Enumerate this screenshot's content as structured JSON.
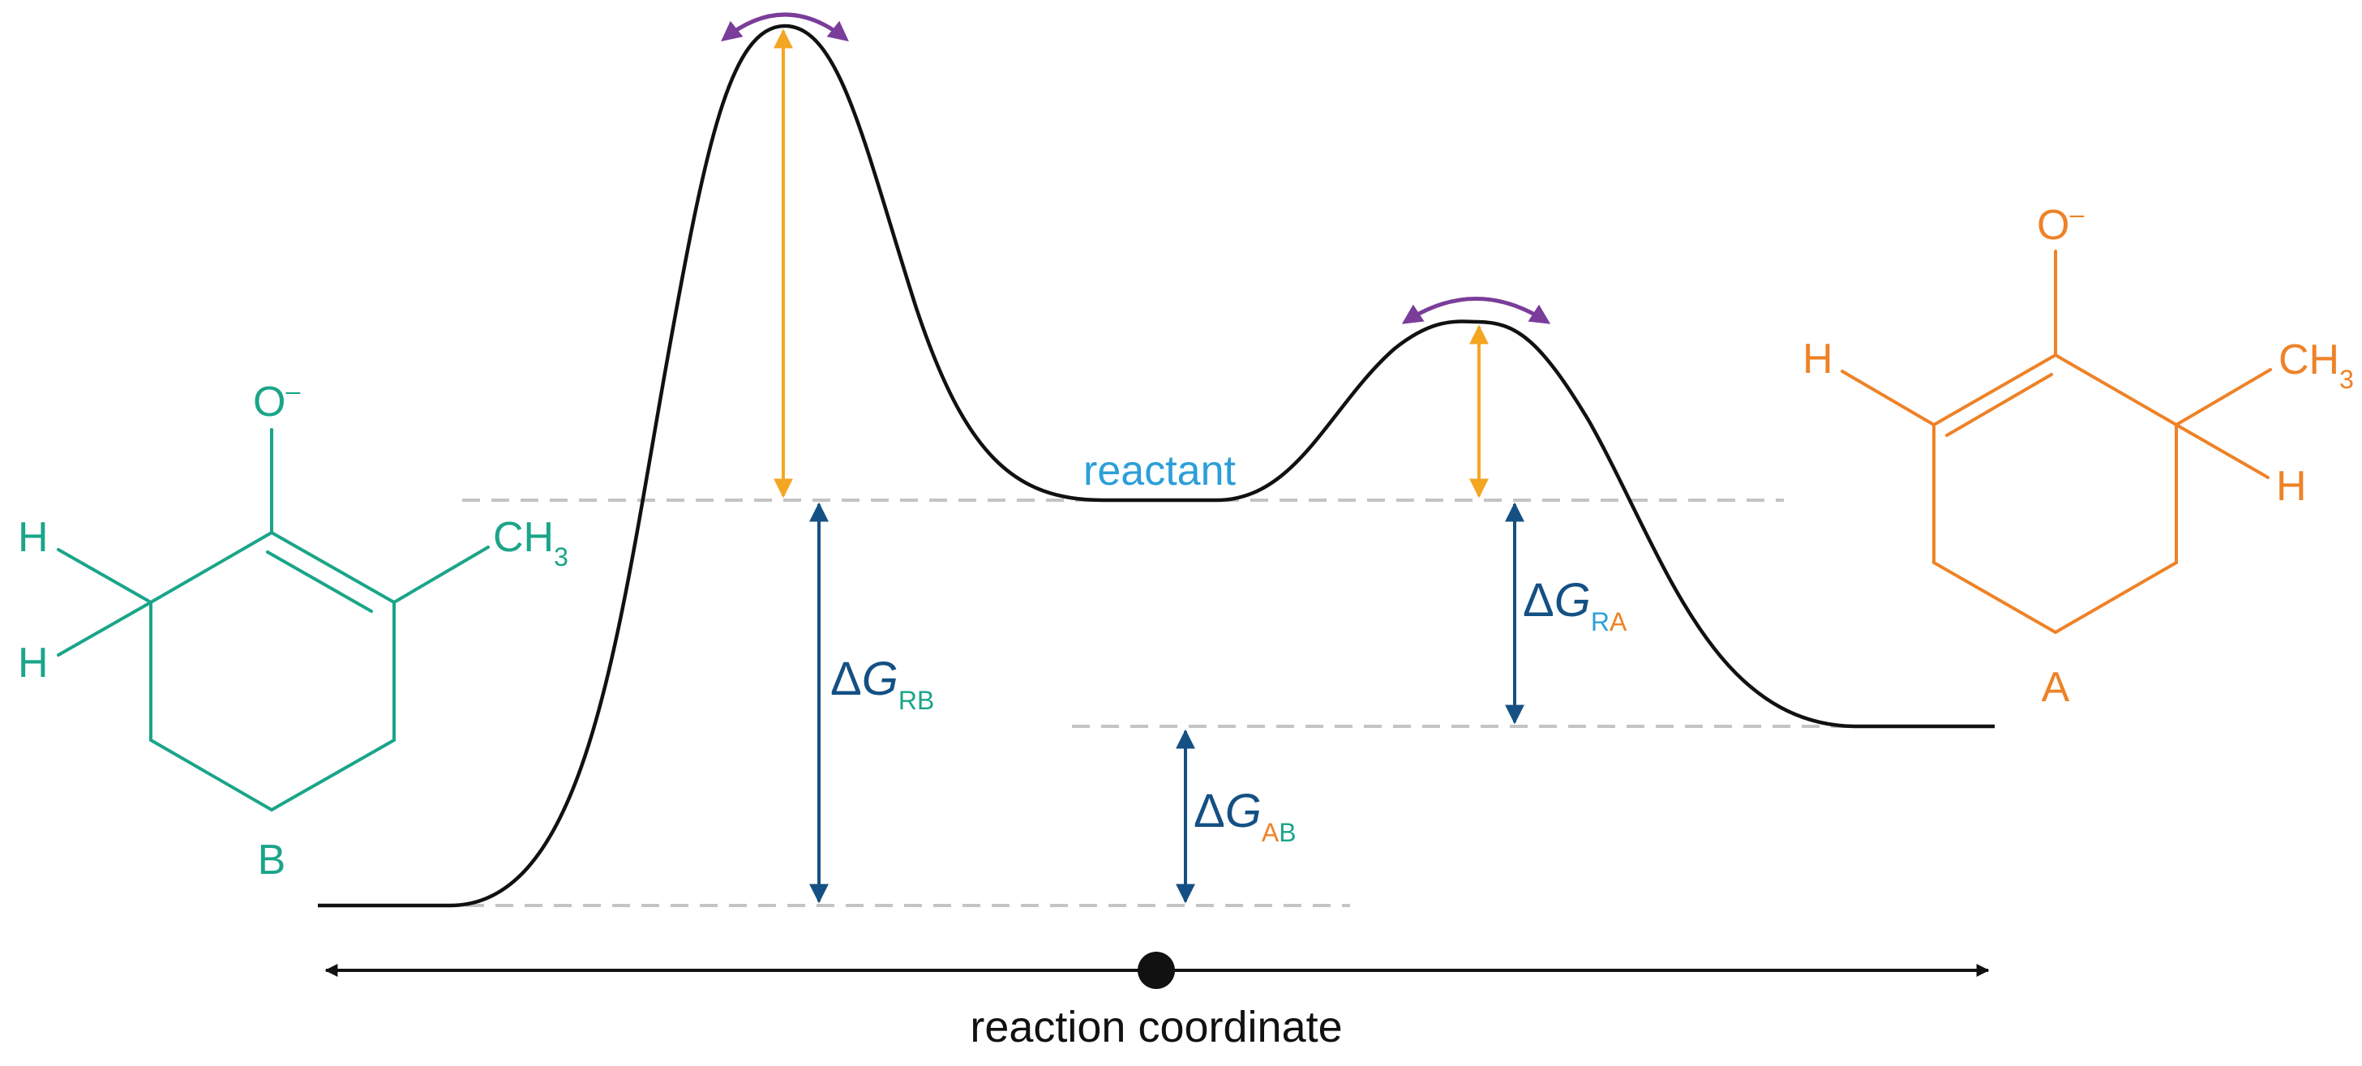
{
  "colors": {
    "curve": "#111111",
    "dashed": "#c4c4c4",
    "orange": "#f4a522",
    "navy": "#145083",
    "purple": "#7a3d9a",
    "teal": "#1aa589",
    "orange_mol": "#ee8227",
    "cyan": "#2c9fd8",
    "axis": "#111111"
  },
  "labels": {
    "reactant": "reactant",
    "axis": "reaction coordinate",
    "delta_rb": {
      "delta": "Δ",
      "g": "G",
      "sub1": "R",
      "sub2": "B"
    },
    "delta_ra": {
      "delta": "Δ",
      "g": "G",
      "sub1": "R",
      "sub2": "A"
    },
    "delta_ab": {
      "delta": "Δ",
      "g": "G",
      "sub1": "A",
      "sub2": "B"
    }
  },
  "molecule_b": {
    "name": "B",
    "oxygen": "O",
    "charge": "–",
    "h_top": "H",
    "h_bottom": "H",
    "methyl": "CH",
    "methyl_sub": "3"
  },
  "molecule_a": {
    "name": "A",
    "oxygen": "O",
    "charge": "–",
    "h_left": "H",
    "h_right": "H",
    "methyl": "CH",
    "methyl_sub": "3"
  }
}
